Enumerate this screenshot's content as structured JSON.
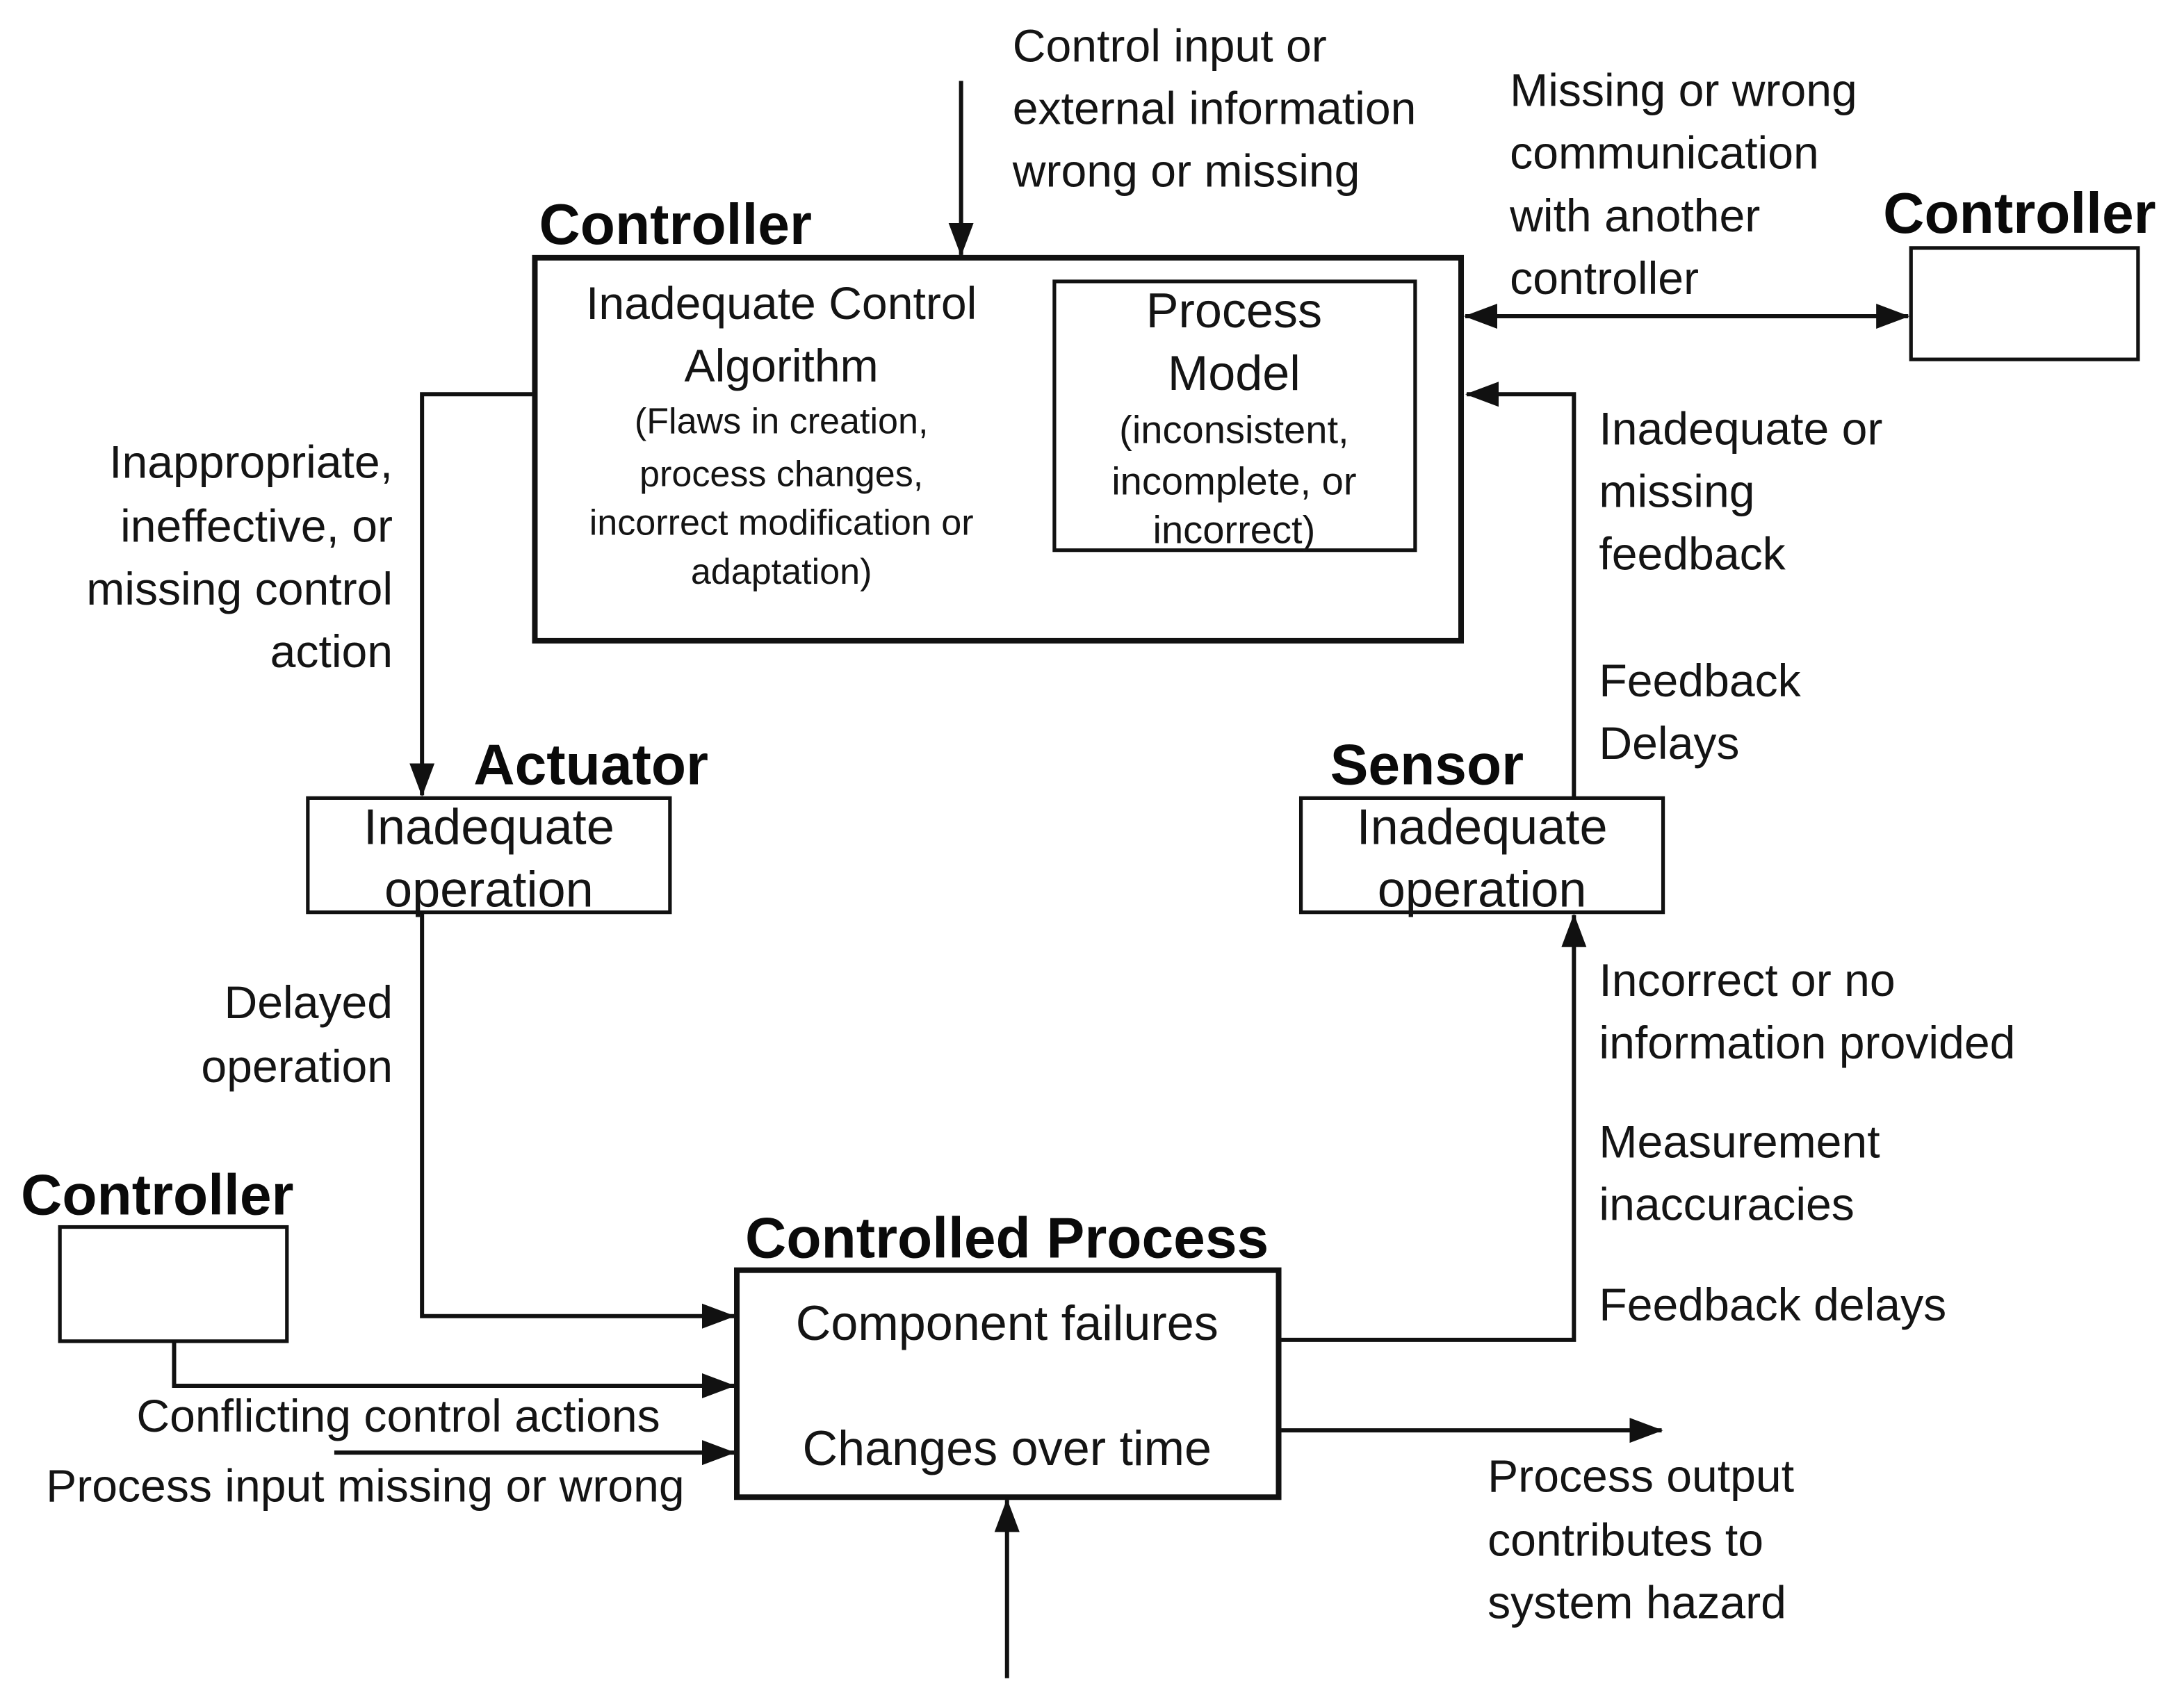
{
  "controller": {
    "title": "Controller",
    "control_algorithm": {
      "heading": [
        "Inadequate Control",
        "Algorithm"
      ],
      "details": [
        "(Flaws in creation,",
        "process changes,",
        "incorrect modification or",
        "adaptation)"
      ]
    },
    "process_model": {
      "heading": [
        "Process",
        "Model"
      ],
      "details": [
        "(inconsistent,",
        "incomplete, or",
        "incorrect)"
      ]
    }
  },
  "peer_controller": {
    "title": "Controller"
  },
  "external_controller": {
    "title": "Controller"
  },
  "actuator": {
    "title": "Actuator",
    "lines": [
      "Inadequate",
      "operation"
    ]
  },
  "sensor": {
    "title": "Sensor",
    "lines": [
      "Inadequate",
      "operation"
    ]
  },
  "controlled_process": {
    "title": "Controlled Process",
    "factors": [
      "Component failures",
      "Changes over time"
    ]
  },
  "annotations": {
    "control_input": [
      "Control input or",
      "external information",
      "wrong or missing"
    ],
    "communication": [
      "Missing or wrong",
      "communication",
      "with another",
      "controller"
    ],
    "control_action": [
      "Inappropriate,",
      "ineffective, or",
      "missing control",
      "action"
    ],
    "feedback": [
      "Inadequate or",
      "missing",
      "feedback"
    ],
    "feedback_delays_upper": [
      "Feedback",
      "Delays"
    ],
    "delayed_operation": [
      "Delayed",
      "operation"
    ],
    "sensor_information": [
      "Incorrect or no",
      "information provided"
    ],
    "measurement": [
      "Measurement",
      "inaccuracies"
    ],
    "feedback_delays_lower": "Feedback delays",
    "conflicting_actions": "Conflicting control actions",
    "process_input": "Process input missing or wrong",
    "process_output": [
      "Process output",
      "contributes to",
      "system hazard"
    ]
  }
}
